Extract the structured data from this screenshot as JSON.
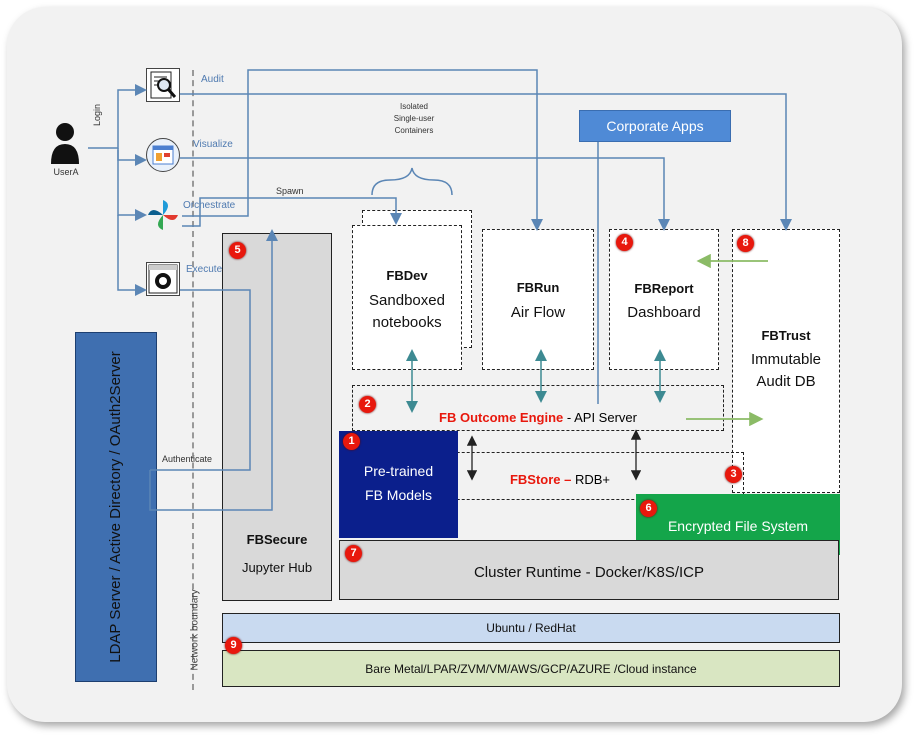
{
  "user": {
    "label": "UserA",
    "login_label": "Login"
  },
  "actions": {
    "audit": "Audit",
    "visualize": "Visualize",
    "orchestrate": "Orchestrate",
    "execute": "Execute",
    "spawn": "Spawn",
    "authenticate": "Authenticate"
  },
  "containers_note": [
    "Isolated",
    "Single-user",
    "Containers"
  ],
  "corporate_apps": "Corporate Apps",
  "ldap": "LDAP Server / Active Directory / OAuth2Server",
  "network_boundary": "Network boundary",
  "components": {
    "fbdev": {
      "title": "FBDev",
      "line1": "Sandboxed",
      "line2": "notebooks"
    },
    "fbrun": {
      "title": "FBRun",
      "line1": "Air Flow"
    },
    "fbreport": {
      "title": "FBReport",
      "line1": "Dashboard"
    },
    "fbtrust": {
      "title": "FBTrust",
      "line1": "Immutable",
      "line2": "Audit DB"
    },
    "engine": {
      "title": "FB Outcome Engine",
      "suffix": " - API Server"
    },
    "fbstore": {
      "title": "FBStore –",
      "suffix": " RDB+"
    },
    "models": {
      "line1": "Pre-trained",
      "line2": "FB Models"
    },
    "encrypted": "Encrypted File System",
    "fbsecure": {
      "title": "FBSecure",
      "line1": "Jupyter Hub"
    },
    "cluster": "Cluster Runtime - Docker/K8S/ICP",
    "ubuntu": "Ubuntu / RedHat",
    "baremetal": "Bare Metal/LPAR/ZVM/VM/AWS/GCP/AZURE /Cloud instance"
  },
  "badges": {
    "b1": "1",
    "b2": "2",
    "b3": "3",
    "b4": "4",
    "b5": "5",
    "b6": "6",
    "b7": "7",
    "b8": "8",
    "b9": "9"
  },
  "colors": {
    "accent_red": "#e8180d",
    "arrow_blue": "#5b86b5",
    "corporate_blue": "#4f8ad6",
    "ldap_blue": "#3f6fb0",
    "models_navy": "#0b1f8c",
    "encrypted_green": "#14a54a",
    "ubuntu_bar": "#c9daf0",
    "baremetal_bar": "#d9e6c2",
    "teal_arrow": "#3d8a92",
    "green_arrow": "#8bbb66"
  }
}
